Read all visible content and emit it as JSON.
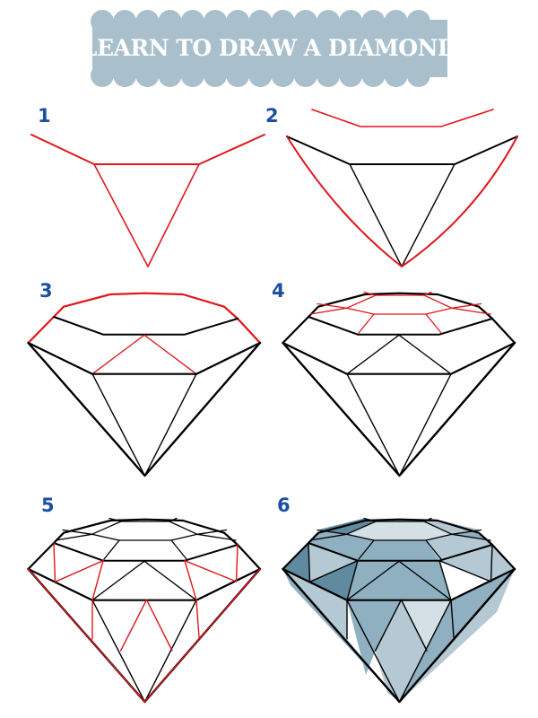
{
  "title": "LEARN TO DRAW A  DIAMOND",
  "steps": [
    {
      "label": "1"
    },
    {
      "label": "2"
    },
    {
      "label": "3"
    },
    {
      "label": "4"
    },
    {
      "label": "5"
    },
    {
      "label": "6"
    }
  ],
  "colors": {
    "banner": "#a9c0cc",
    "step_number": "#1a4fa3",
    "new_line": "#e0161b",
    "existing_line": "#000000",
    "shade_dark": "#5f8aa0",
    "shade_mid": "#8fb0c0",
    "shade_light": "#b4c9d3",
    "shade_pale": "#d4e0e6"
  }
}
